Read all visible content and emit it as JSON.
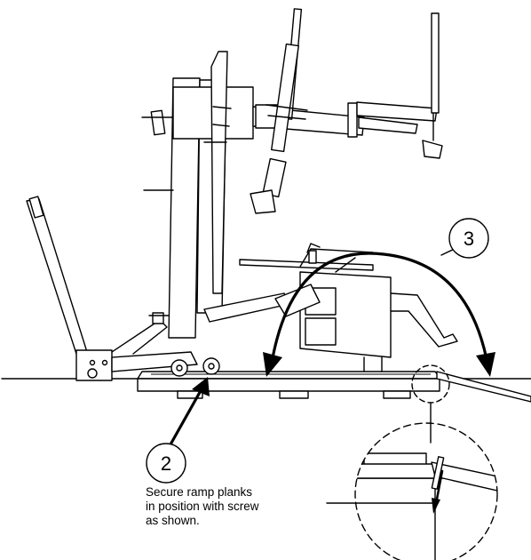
{
  "callouts": {
    "step_2": "2",
    "step_3": "3"
  },
  "note": {
    "lines": [
      "Secure ramp planks",
      "in position with screw",
      "as shown."
    ]
  }
}
